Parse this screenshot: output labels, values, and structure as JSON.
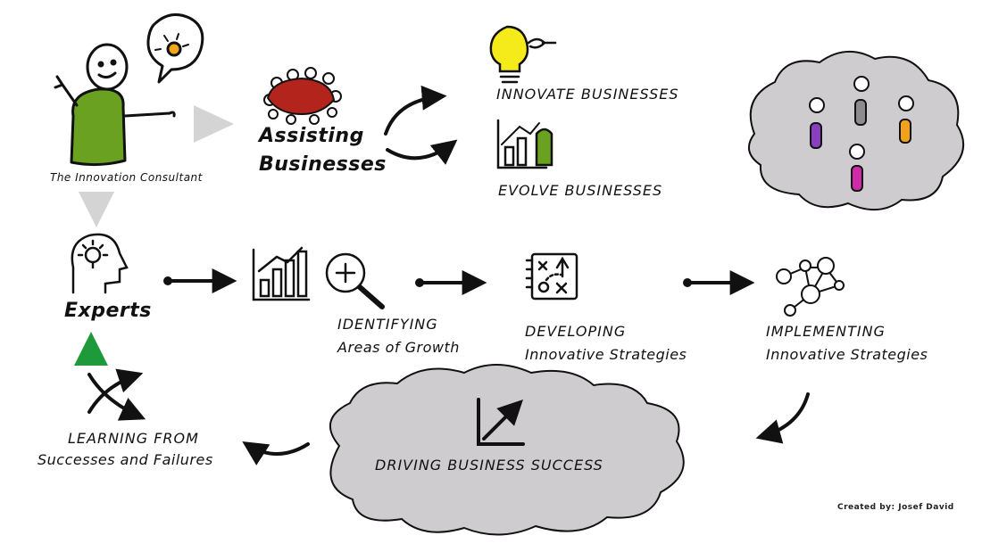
{
  "consultant": {
    "caption": "The Innovation Consultant"
  },
  "assisting": {
    "line1": "Assisting",
    "line2": "Businesses"
  },
  "innovate": {
    "label": "INNOVATE BUSINESSES"
  },
  "evolve": {
    "label": "EVOLVE BUSINESSES"
  },
  "experts": {
    "label": "Experts"
  },
  "identifying": {
    "line1": "IDENTIFYING",
    "line2": "Areas of Growth"
  },
  "developing": {
    "line1": "DEVELOPING",
    "line2": "Innovative Strategies"
  },
  "implementing": {
    "line1": "IMPLEMENTING",
    "line2": "Innovative Strategies"
  },
  "driving": {
    "label": "DRIVING BUSINESS SUCCESS"
  },
  "learning": {
    "line1": "LEARNING FROM",
    "line2": "Successes and Failures"
  },
  "credit": {
    "text": "Created by: Josef David"
  },
  "colors": {
    "body_green": "#6aa121",
    "table_red": "#b3241c",
    "bulb_yellow": "#f5ea1a",
    "cloud_gray": "#cfcccf",
    "triangle_gray": "#d4d4d4",
    "triangle_green": "#1f9a3a",
    "person_purple": "#8a3fc0",
    "person_gray": "#8c8c8c",
    "person_orange": "#f2a21a",
    "person_magenta": "#d12aa8"
  }
}
